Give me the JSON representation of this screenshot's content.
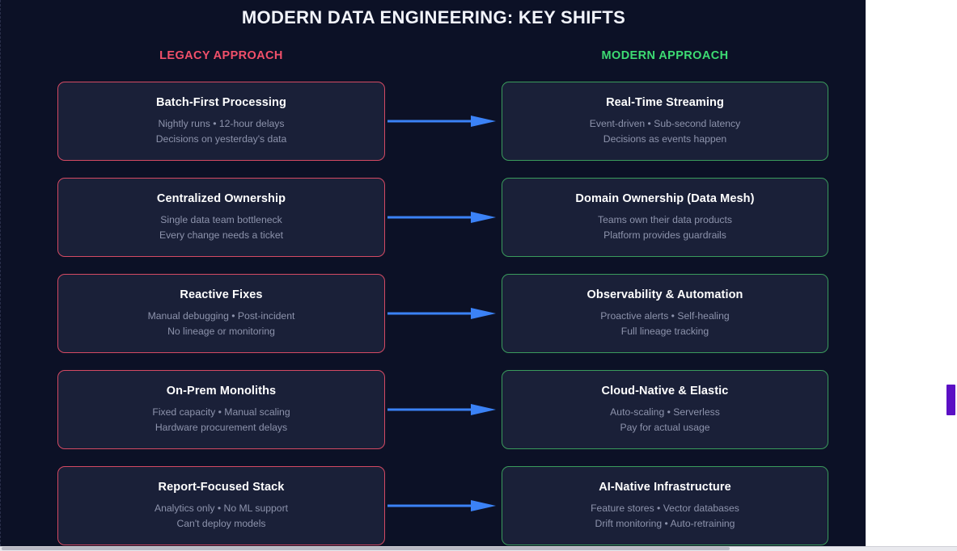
{
  "page": {
    "title": "MODERN DATA ENGINEERING: KEY SHIFTS",
    "background_color": "#0c1126",
    "card_background_color": "#1a2038"
  },
  "columns": {
    "legacy": {
      "label": "LEGACY APPROACH",
      "color": "#f2506a",
      "border_color": "#d44a63"
    },
    "modern": {
      "label": "MODERN APPROACH",
      "color": "#3ddc73",
      "border_color": "#3a9b5c"
    }
  },
  "arrow": {
    "color": "#3b82f6",
    "icon": "arrow-right-icon"
  },
  "rows": [
    {
      "legacy": {
        "title": "Batch-First Processing",
        "line1": "Nightly runs • 12-hour delays",
        "line2": "Decisions on yesterday's data"
      },
      "modern": {
        "title": "Real-Time Streaming",
        "line1": "Event-driven • Sub-second latency",
        "line2": "Decisions as events happen"
      }
    },
    {
      "legacy": {
        "title": "Centralized Ownership",
        "line1": "Single data team bottleneck",
        "line2": "Every change needs a ticket"
      },
      "modern": {
        "title": "Domain Ownership (Data Mesh)",
        "line1": "Teams own their data products",
        "line2": "Platform provides guardrails"
      }
    },
    {
      "legacy": {
        "title": "Reactive Fixes",
        "line1": "Manual debugging • Post-incident",
        "line2": "No lineage or monitoring"
      },
      "modern": {
        "title": "Observability & Automation",
        "line1": "Proactive alerts • Self-healing",
        "line2": "Full lineage tracking"
      }
    },
    {
      "legacy": {
        "title": "On-Prem Monoliths",
        "line1": "Fixed capacity • Manual scaling",
        "line2": "Hardware procurement delays"
      },
      "modern": {
        "title": "Cloud-Native & Elastic",
        "line1": "Auto-scaling • Serverless",
        "line2": "Pay for actual usage"
      }
    },
    {
      "legacy": {
        "title": "Report-Focused Stack",
        "line1": "Analytics only • No ML support",
        "line2": "Can't deploy models"
      },
      "modern": {
        "title": "AI-Native Infrastructure",
        "line1": "Feature stores • Vector databases",
        "line2": "Drift monitoring • Auto-retraining"
      }
    }
  ]
}
